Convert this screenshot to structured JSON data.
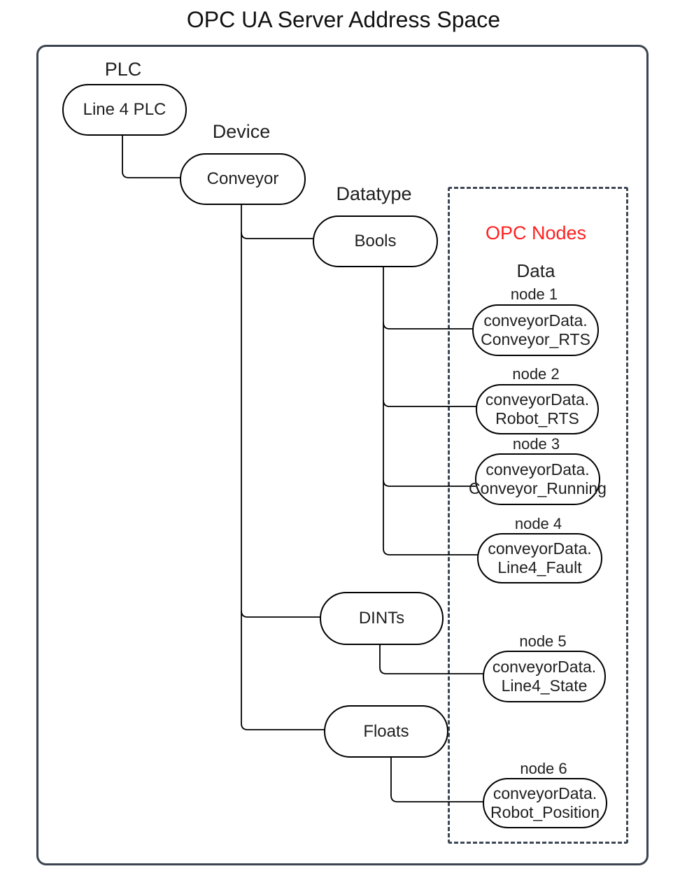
{
  "title": "OPC UA Server Address Space",
  "groups": {
    "plc_label": "PLC",
    "device_label": "Device",
    "datatype_label": "Datatype"
  },
  "tree_nodes": {
    "plc": "Line 4 PLC",
    "device": "Conveyor",
    "datatype_bools": "Bools",
    "datatype_dints": "DINTs",
    "datatype_floats": "Floats"
  },
  "opc": {
    "panel_title": "OPC Nodes",
    "data_label": "Data",
    "nodes": [
      {
        "label": "node 1",
        "line1": "conveyorData.",
        "line2": "Conveyor_RTS"
      },
      {
        "label": "node 2",
        "line1": "conveyorData.",
        "line2": "Robot_RTS"
      },
      {
        "label": "node 3",
        "line1": "conveyorData.",
        "line2": "Conveyor_Running"
      },
      {
        "label": "node 4",
        "line1": "conveyorData.",
        "line2": "Line4_Fault"
      },
      {
        "label": "node 5",
        "line1": "conveyorData.",
        "line2": "Line4_State"
      },
      {
        "label": "node 6",
        "line1": "conveyorData.",
        "line2": "Robot_Position"
      }
    ]
  },
  "colors": {
    "frame_border": "#3c4450",
    "panel_dashed_border": "#3e4753",
    "node_border": "#000000",
    "opc_title_red": "#ff2020",
    "text": "#1f1f1f",
    "background": "#ffffff"
  }
}
